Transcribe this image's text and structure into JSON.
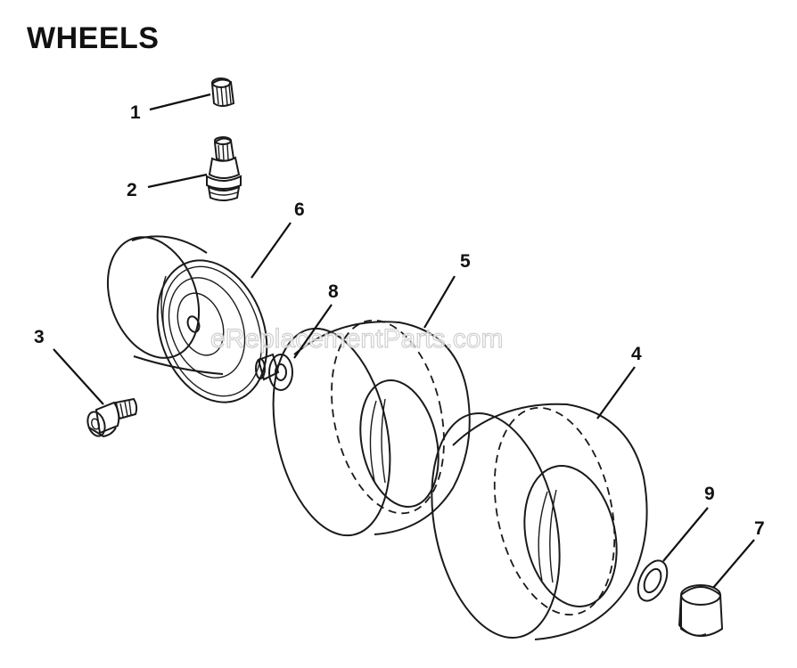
{
  "title": "WHEELS",
  "watermark": "eReplacementParts.com",
  "callouts": {
    "c1": "1",
    "c2": "2",
    "c3": "3",
    "c4": "4",
    "c5": "5",
    "c6": "6",
    "c7": "7",
    "c8": "8",
    "c9": "9"
  }
}
